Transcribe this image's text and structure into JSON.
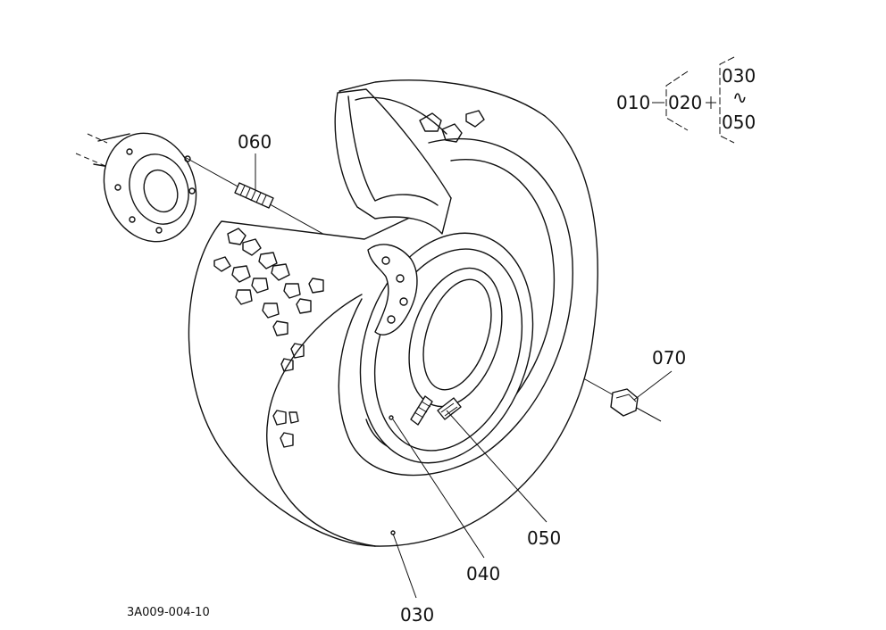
{
  "callouts": {
    "c060": "060",
    "c070": "070",
    "c050": "050",
    "c040": "040",
    "c030": "030"
  },
  "hierarchy": {
    "root": "010",
    "mid": "020",
    "top": "030",
    "tilde": "∿",
    "bottom": "050"
  },
  "drawing_code": "3A009-004-10"
}
